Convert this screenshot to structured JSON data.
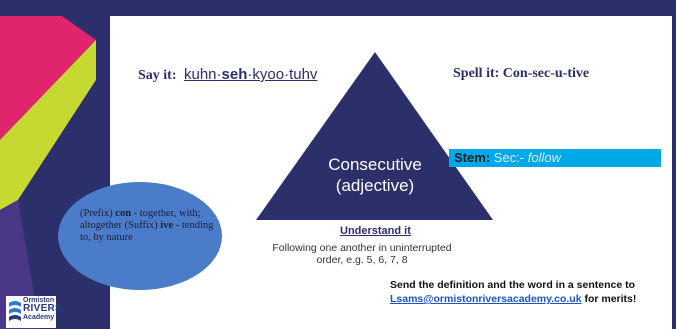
{
  "slide": {
    "say_label": "Say it:",
    "pron_1": "kuhn·",
    "pron_2": "seh",
    "pron_3": "·kyoo·tuhv",
    "spell_label": "Spell it: Con-sec-u-tive",
    "word": "Consecutive",
    "word_class": "(adjective)",
    "stem_label": "Stem:",
    "stem_value": "Sec:- ",
    "stem_meaning": "follow",
    "prefix_tag": "(Prefix)",
    "prefix": "con",
    "prefix_meaning": " - together, with; altogether",
    "suffix_tag": "(Suffix)",
    "suffix": "ive",
    "suffix_meaning": " - tending to, by nature",
    "understand_heading": "Understand it",
    "definition": "Following one another in uninterrupted order, e.g. 5, 6, 7, 8",
    "send_text": "Send the definition and the word in a sentence to",
    "email": "Lsams@ormistonriversacademy.co.uk",
    "send_suffix": " for merits!"
  },
  "logo": {
    "line1": "Ormiston",
    "line2": "RIVERS",
    "line3": "Academy"
  },
  "colors": {
    "navy": "#2b2f6a",
    "magenta": "#e0256e",
    "lime": "#c5d930",
    "purple": "#6d3a93",
    "cyan": "#00a8e8",
    "ellipse_blue": "#4a7cc9"
  }
}
